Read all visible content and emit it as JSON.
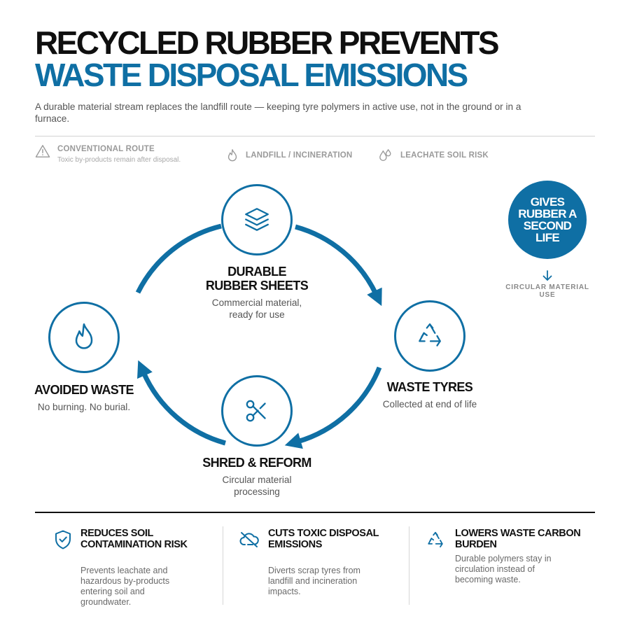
{
  "header": {
    "title_line1": "RECYCLED RUBBER PREVENTS",
    "title_line2": "WASTE DISPOSAL EMISSIONS",
    "subtitle": "A durable material stream replaces the landfill route — keeping tyre polymers in active use, not in the ground or in a furnace."
  },
  "notices": [
    {
      "label": "CONVENTIONAL ROUTE",
      "sub": "Toxic by-products remain after disposal.",
      "icon": "warning-icon"
    },
    {
      "label": "LANDFILL / INCINERATION",
      "icon": "flame-icon"
    },
    {
      "label": "LEACHATE SOIL RISK",
      "icon": "droplets-icon"
    }
  ],
  "cycle": {
    "nodes": [
      {
        "title_lines": [
          "DURABLE",
          "RUBBER SHEETS"
        ],
        "desc_lines": [
          "Commercial material,",
          "ready for use"
        ],
        "icon": "layers-icon"
      },
      {
        "title_lines": [
          "WASTE TYRES"
        ],
        "desc_lines": [
          "Collected at end of life"
        ],
        "icon": "recycle-icon"
      },
      {
        "title_lines": [
          "SHRED & REFORM"
        ],
        "desc_lines": [
          "Circular material",
          "processing"
        ],
        "icon": "scissors-icon"
      },
      {
        "title_lines": [
          "AVOIDED WASTE"
        ],
        "desc_lines": [
          "No burning. No burial."
        ],
        "icon": "flame-icon"
      }
    ]
  },
  "badge": {
    "text": "GIVES RUBBER A SECOND LIFE",
    "caption": "CIRCULAR MATERIAL USE"
  },
  "benefits": [
    {
      "title": "REDUCES SOIL CONTAMINATION RISK",
      "desc": "Prevents leachate and hazardous by-products entering soil and groundwater.",
      "icon": "shield-check-icon"
    },
    {
      "title": "CUTS TOXIC DISPOSAL EMISSIONS",
      "desc": "Diverts scrap tyres from landfill and incineration impacts.",
      "icon": "cloud-off-icon"
    },
    {
      "title": "LOWERS WASTE CARBON BURDEN",
      "desc": "Durable polymers stay in circulation instead of becoming waste.",
      "icon": "recycle-icon"
    }
  ],
  "colors": {
    "accent": "#0f6fa4",
    "text": "#111111",
    "muted": "#555555",
    "notice": "#9a9a9a"
  }
}
